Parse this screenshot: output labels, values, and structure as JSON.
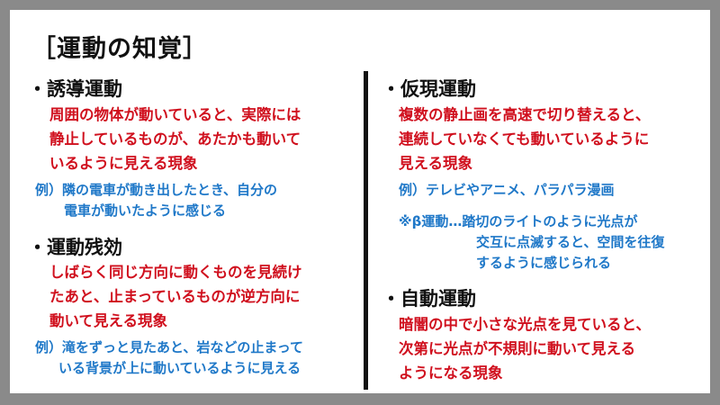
{
  "title": "［運動の知覚］",
  "left": {
    "induced": {
      "heading": "・誘導運動",
      "desc": [
        "周囲の物体が動いていると、実際には",
        "静止しているものが、あたかも動いて",
        "いるように見える現象"
      ],
      "example": [
        "例）隣の電車が動き出したとき、自分の",
        "電車が動いたように感じる"
      ]
    },
    "aftereffect": {
      "heading": "・運動残効",
      "desc": [
        "しばらく同じ方向に動くものを見続け",
        "たあと、止まっているものが逆方向に",
        "動いて見える現象"
      ],
      "example": [
        "例）滝をずっと見たあと、岩などの止まって",
        "いる背景が上に動いているように見える"
      ]
    }
  },
  "right": {
    "apparent": {
      "heading": "・仮現運動",
      "desc": [
        "複数の静止画を高速で切り替えると、",
        "連続していなくても動いているように",
        "見える現象"
      ],
      "example": [
        "例）テレビやアニメ、パラパラ漫画"
      ],
      "note": [
        "※β運動…踏切のライトのように光点が",
        "交互に点滅すると、空間を往復",
        "するように感じられる"
      ]
    },
    "autokinetic": {
      "heading": "・自動運動",
      "desc": [
        "暗闇の中で小さな光点を見ていると、",
        "次第に光点が不規則に動いて見える",
        "ようになる現象"
      ]
    }
  }
}
